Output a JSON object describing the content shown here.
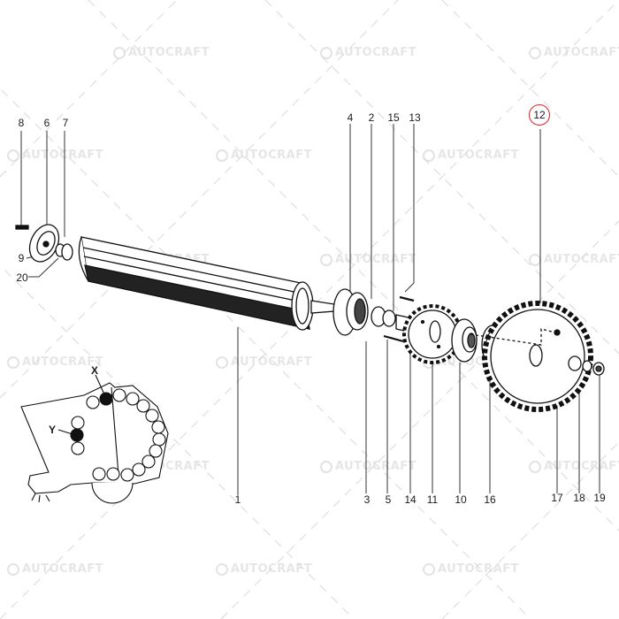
{
  "diagram": {
    "type": "exploded parts diagram",
    "subject": "roller assembly with sprocket drive",
    "watermark": "AUTOCRAFT",
    "highlight_color": "#e0201c",
    "highlighted_part": "12",
    "part_labels": {
      "p1": "1",
      "p2": "2",
      "p3": "3",
      "p4": "4",
      "p5": "5",
      "p6": "6",
      "p7": "7",
      "p8": "8",
      "p9": "9",
      "p10": "10",
      "p11": "11",
      "p12": "12",
      "p13": "13",
      "p14": "14",
      "p15": "15",
      "p16": "16",
      "p17": "17",
      "p18": "18",
      "p19": "19",
      "p20": "20"
    },
    "inset": {
      "description": "side view of machine showing roller positions",
      "marker_x": "X",
      "marker_y": "Y"
    }
  }
}
